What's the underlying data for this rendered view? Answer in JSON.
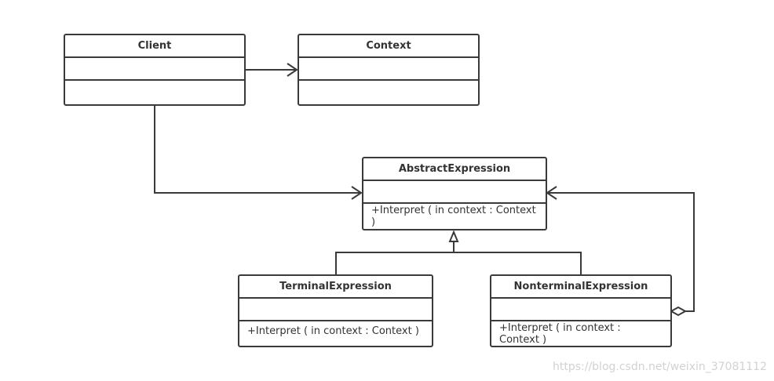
{
  "classes": {
    "client": {
      "name": "Client",
      "operations": ""
    },
    "context": {
      "name": "Context",
      "operations": ""
    },
    "abstract_expression": {
      "name": "AbstractExpression",
      "operations": "+Interpret ( in context : Context )"
    },
    "terminal_expression": {
      "name": "TerminalExpression",
      "operations": "+Interpret ( in context : Context )"
    },
    "nonterminal_expression": {
      "name": "NonterminalExpression",
      "operations": "+Interpret ( in context : Context )"
    }
  },
  "relations": [
    {
      "from": "Client",
      "to": "Context",
      "type": "association"
    },
    {
      "from": "Client",
      "to": "AbstractExpression",
      "type": "association"
    },
    {
      "from": "TerminalExpression",
      "to": "AbstractExpression",
      "type": "generalization"
    },
    {
      "from": "NonterminalExpression",
      "to": "AbstractExpression",
      "type": "generalization"
    },
    {
      "from": "NonterminalExpression",
      "to": "AbstractExpression",
      "type": "aggregation"
    }
  ],
  "watermark": "https://blog.csdn.net/weixin_37081112",
  "colors": {
    "line": "#3a3a3a",
    "text": "#333333",
    "watermark": "#d2d2d2"
  }
}
